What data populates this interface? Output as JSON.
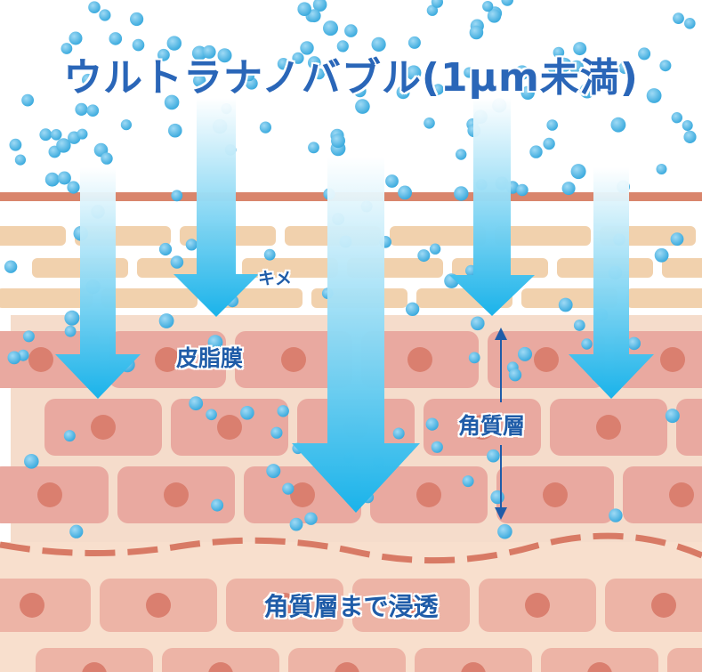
{
  "diagram": {
    "title": "ウルトラナノバブル(1µm未満)",
    "labels": {
      "texture": "キメ",
      "sebum_film": "皮脂膜",
      "stratum_corneum": "角質層",
      "penetration": "角質層まで浸透"
    },
    "icons": {
      "bubble": "ultra-nanobubble-dot",
      "arrow": "downward-gradient-arrow",
      "range": "double-headed-arrow"
    },
    "colors": {
      "bubble": "#34a7dc",
      "bubble_highlight": "#9fdaf5",
      "arrow_top": "#ffffff",
      "arrow_bottom": "#1ab3ea",
      "label_text": "#1f5ca8",
      "sebum_tile": "#f1d1ad",
      "sebum_background": "#ffffff",
      "skin_background": "#f5dccb",
      "cell": "#e9a9a0",
      "cell_nucleus": "#da7f6f",
      "skin_band": "#d9856c",
      "deep_cell": "#edb4a6",
      "deep_background": "#f8dfcd",
      "boundary_dash": "#d87a65"
    }
  }
}
